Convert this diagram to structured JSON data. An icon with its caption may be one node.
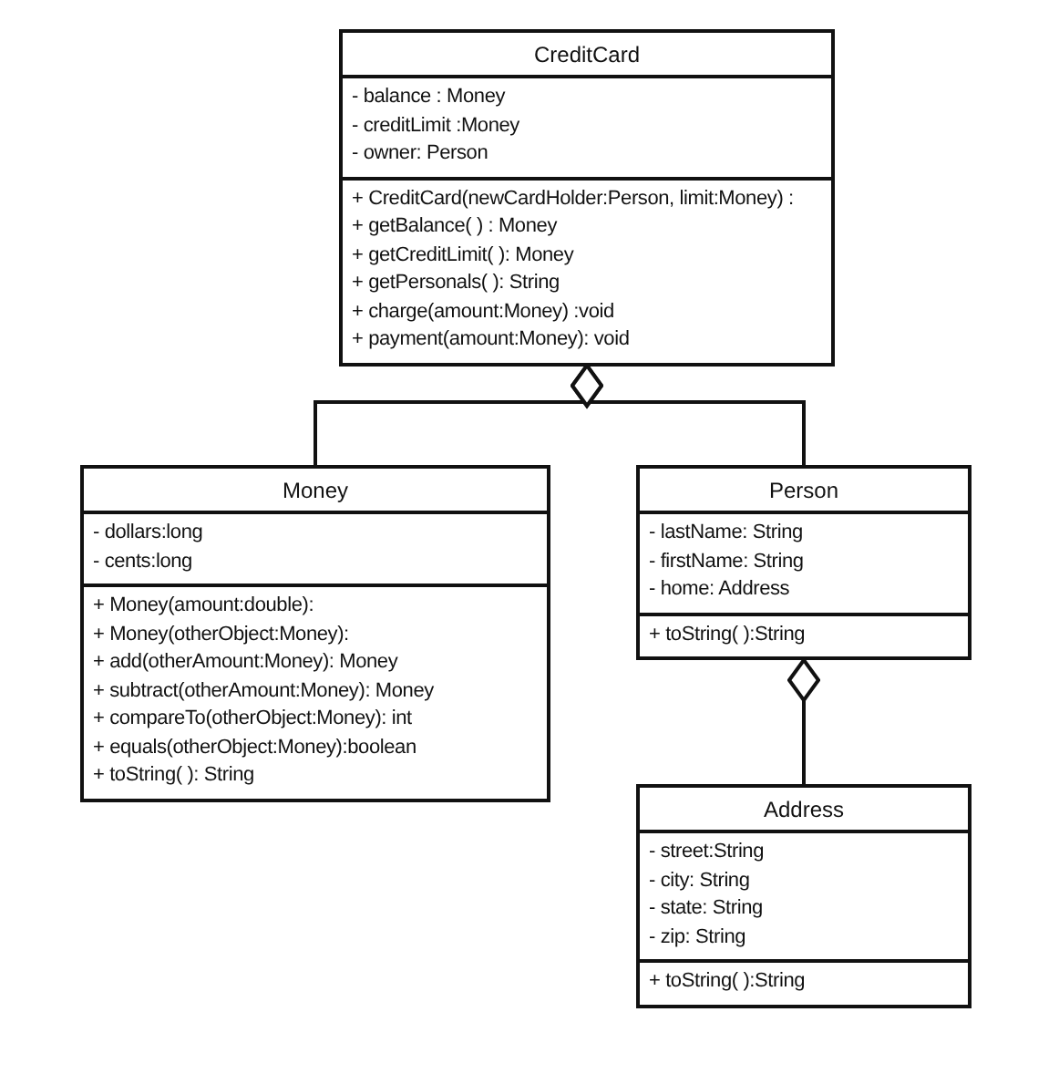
{
  "diagram": {
    "nodes": [
      {
        "text": [
          "CreditCard"
        ]
      },
      {
        "text": [
          "- balance : Money",
          "- creditLimit :Money",
          "- owner: Person"
        ],
        "in": 0
      },
      {
        "text": [
          "+ CreditCard(newCardHolder:Person, limit:Money) :",
          "+ getBalance( ) : Money",
          "+ getCreditLimit( ): Money",
          "+ getPersonals( ): String",
          "+ charge(amount:Money) :void",
          "+ payment(amount:Money): void"
        ],
        "in": 0
      },
      {
        "text": [
          "Money"
        ]
      },
      {
        "text": [
          "- dollars:long",
          "- cents:long"
        ],
        "in": 3
      },
      {
        "text": [
          "+ Money(amount:double):",
          "+ Money(otherObject:Money):",
          "+ add(otherAmount:Money): Money",
          "+ subtract(otherAmount:Money): Money",
          "+ compareTo(otherObject:Money): int",
          "+ equals(otherObject:Money):boolean",
          "+ toString( ): String"
        ],
        "in": 3
      },
      {
        "text": [
          "Person"
        ]
      },
      {
        "text": [
          "- lastName: String",
          "- firstName: String",
          "- home: Address"
        ],
        "in": 6
      },
      {
        "text": [
          "+ toString( ):String"
        ],
        "in": 6
      },
      {
        "text": [
          "Address"
        ]
      },
      {
        "text": [
          "- street:String",
          "- city: String",
          "- state: String",
          "- zip: String"
        ],
        "in": 9
      },
      {
        "text": [
          "+ toString( ):String"
        ],
        "in": 9
      }
    ],
    "edges": [
      {
        "from": 0,
        "to": 3,
        "arrow": "other"
      },
      {
        "from": 0,
        "to": 6,
        "arrow": "other"
      },
      {
        "from": 6,
        "to": 9,
        "arrow": "other"
      }
    ]
  }
}
